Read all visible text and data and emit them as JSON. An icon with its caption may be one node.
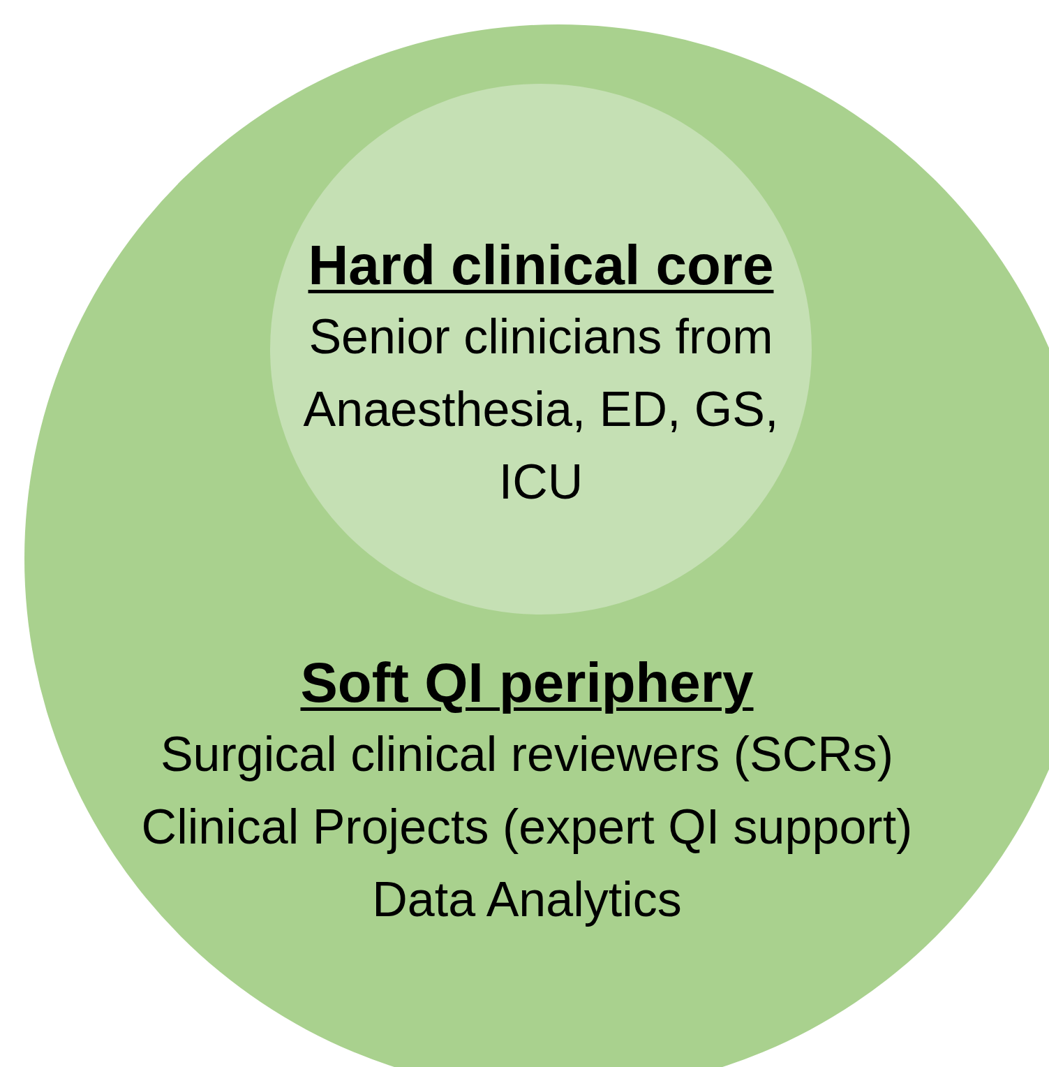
{
  "diagram": {
    "nodes": [
      {
        "text": [
          "Soft QI periphery",
          "Surgical clinical reviewers (SCRs)",
          "Clinical Projects (expert QI support)",
          "Data Analytics"
        ]
      },
      {
        "text": [
          "Hard clinical core",
          "Senior clinicians from Anaesthesia, ED, GS, ICU"
        ],
        "in": 0
      }
    ]
  }
}
